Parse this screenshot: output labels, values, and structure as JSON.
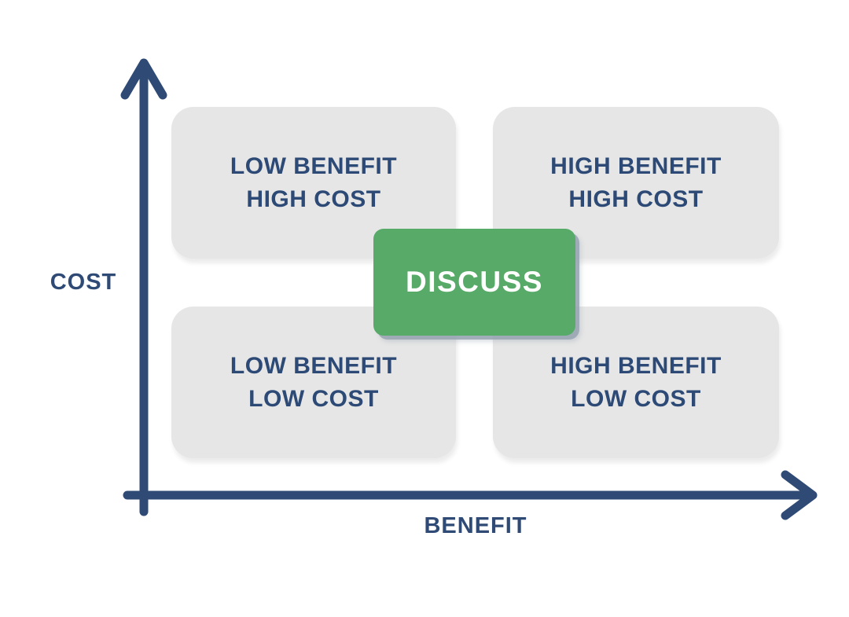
{
  "diagram": {
    "type": "2x2-quadrant-matrix",
    "x_axis_label": "BENEFIT",
    "y_axis_label": "COST"
  },
  "quadrants": [
    {
      "position": "top-left",
      "line1": "LOW BENEFIT",
      "line2": "HIGH COST"
    },
    {
      "position": "top-right",
      "line1": "HIGH BENEFIT",
      "line2": "HIGH COST"
    },
    {
      "position": "bottom-left",
      "line1": "LOW BENEFIT",
      "line2": "LOW COST"
    },
    {
      "position": "bottom-right",
      "line1": "HIGH BENEFIT",
      "line2": "LOW COST"
    }
  ],
  "center_button": {
    "label": "DISCUSS"
  },
  "colors": {
    "navy": "#2e4a75",
    "text_navy": "#2d4a76",
    "box_gray": "#e6e6e6",
    "green": "#57aa68",
    "white": "#ffffff",
    "btn_shadow": "#97a4b2"
  }
}
